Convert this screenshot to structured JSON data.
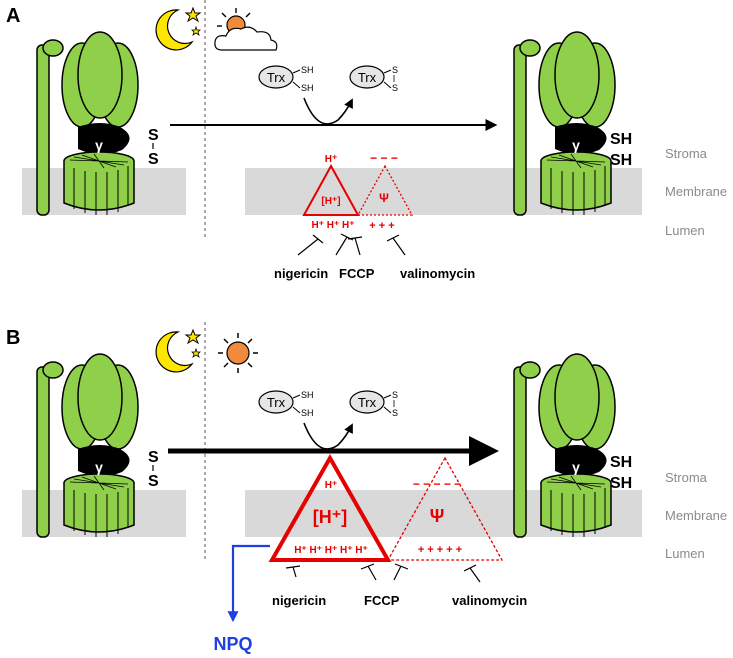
{
  "panels": {
    "a": {
      "letter": "A",
      "layers": {
        "stroma": "Stroma",
        "membrane": "Membrane",
        "lumen": "Lumen"
      },
      "gamma": "γ",
      "oxidized": {
        "s1": "S",
        "s2": "S"
      },
      "reduced": {
        "sh1": "SH",
        "sh2": "SH"
      },
      "trx": {
        "label": "Trx",
        "sh1": "SH",
        "sh2": "SH",
        "s1": "S",
        "s2": "S"
      },
      "gradient": {
        "proton_top": "H⁺",
        "proton_inner": "[H⁺]",
        "psi": "Ψ",
        "minus": "− − −",
        "lumen_protons": "H⁺ H⁺ H⁺",
        "plus": "+ + +"
      },
      "inhibitors": [
        "nigericin",
        "FCCP",
        "valinomycin"
      ]
    },
    "b": {
      "letter": "B",
      "layers": {
        "stroma": "Stroma",
        "membrane": "Membrane",
        "lumen": "Lumen"
      },
      "gamma": "γ",
      "oxidized": {
        "s1": "S",
        "s2": "S"
      },
      "reduced": {
        "sh1": "SH",
        "sh2": "SH"
      },
      "trx": {
        "label": "Trx",
        "sh1": "SH",
        "sh2": "SH",
        "s1": "S",
        "s2": "S"
      },
      "gradient": {
        "proton_top": "H⁺",
        "proton_inner": "[H⁺]",
        "psi": "Ψ",
        "minus": "− − − − −",
        "lumen_protons": "H⁺ H⁺ H⁺ H⁺ H⁺",
        "plus": "+ + + + +"
      },
      "inhibitors": [
        "nigericin",
        "FCCP",
        "valinomycin"
      ],
      "npq": "NPQ"
    }
  },
  "colors": {
    "atp_synthase": "#8fcf4a",
    "gamma_subunit": "#000000",
    "membrane": "#d9d9d9",
    "gradient": "#e60000",
    "npq_arrow": "#1f3fe0",
    "moon": "#ffe600",
    "sun": "#f08a3c"
  },
  "icons": [
    "moon-stars-icon",
    "sun-cloud-icon",
    "sun-icon"
  ]
}
